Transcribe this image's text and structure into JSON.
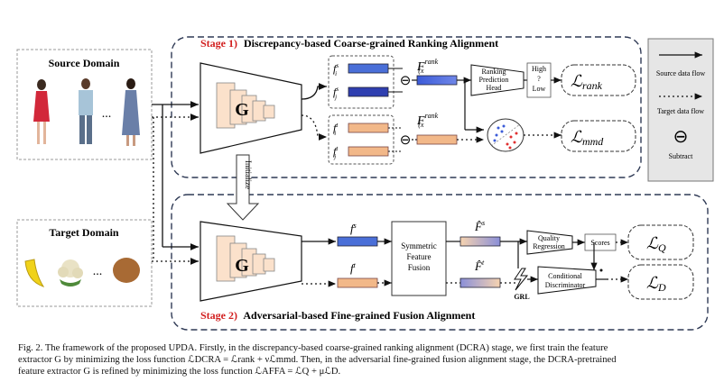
{
  "figure": {
    "source_domain_title": "Source Domain",
    "target_domain_title": "Target Domain",
    "ellipsis": "...",
    "stage1": {
      "prefix": "Stage 1)",
      "title": "Discrepancy-based Coarse-grained Ranking Alignment"
    },
    "stage2": {
      "prefix": "Stage 2)",
      "title": "Adversarial-based Fine-grained Fusion Alignment"
    },
    "encoder_label": "G",
    "initialize_label": "Initialize",
    "subtract_symbol": "⊖",
    "stage1_features": {
      "fi_s": "f",
      "fj_s": "f",
      "fi_t": "f",
      "fj_t": "f",
      "sup_s": "s",
      "sup_t": "t",
      "sub_i": "i",
      "sub_j": "j"
    },
    "f_rank_main": "F",
    "f_rank_sup": "rank",
    "f_rank_args": "(x",
    "ranking_head": [
      "Ranking",
      "Prediction",
      "Head"
    ],
    "high_low": [
      "High",
      "?",
      "Low"
    ],
    "loss_rank": "ℒ",
    "loss_rank_sub": "rank",
    "loss_mmd": "ℒ",
    "loss_mmd_sub": "mmd",
    "stage2_features": {
      "fs": "f",
      "ft": "f",
      "sup_s": "s",
      "sup_t": "t"
    },
    "sym_fusion": [
      "Symmetric",
      "Feature",
      "Fusion"
    ],
    "fused_s": "F̂",
    "fused_s_sup": "s",
    "fused_t": "F̂",
    "fused_t_sup": "t",
    "quality_regression": [
      "Quality",
      "Regression"
    ],
    "scores": "Scores",
    "conditional_discriminator": [
      "Conditional",
      "Discriminator"
    ],
    "grl": "GRL",
    "loss_q": "ℒ",
    "loss_q_sub": "Q",
    "loss_d": "ℒ",
    "loss_d_sub": "D",
    "legend": {
      "source_flow": "Source data flow",
      "target_flow": "Target data flow",
      "subtract_symbol": "⊖",
      "subtract": "Subtract"
    }
  },
  "colors": {
    "stage_red": "#d21f1f",
    "source_bar": "#4a6fd8",
    "target_bar": "#f2b889",
    "legend_bg": "#e6e6e6",
    "box_dash": "#2f3a55"
  },
  "caption": {
    "line1": "Fig. 2.   The framework of the proposed UPDA. Firstly, in the discrepancy-based coarse-grained ranking alignment (DCRA) stage, we first train the feature",
    "line2": "extractor G by minimizing the loss function ℒDCRA = ℒrank + νℒmmd. Then, in the adversarial fine-grained fusion alignment stage, the DCRA-pretrained",
    "line3": "feature extractor G is refined by minimizing the loss function ℒAFFA = ℒQ + μℒD."
  }
}
